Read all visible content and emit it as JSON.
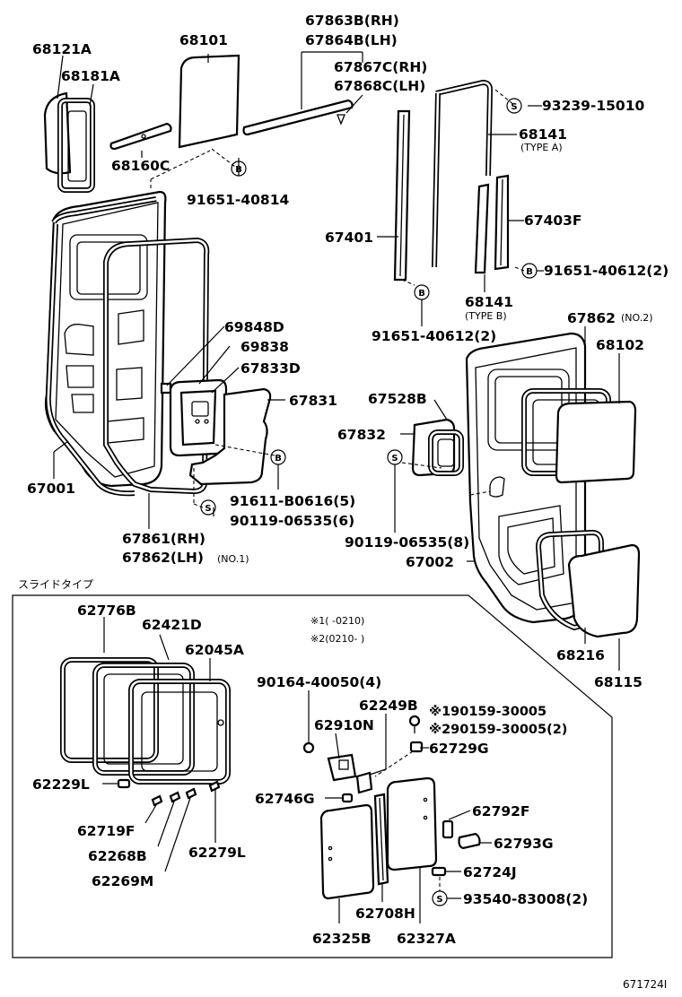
{
  "labels": {
    "p68121A": "68121A",
    "p68181A": "68181A",
    "p68101": "68101",
    "p68160C": "68160C",
    "p91651_40814": "91651-40814",
    "p67863B": "67863B(RH)",
    "p67864B": "67864B(LH)",
    "p67867C": "67867C(RH)",
    "p67868C": "67868C(LH)",
    "p93239_15010": "93239-15010",
    "p68141a": "68141",
    "p68141a_type": "(TYPE A)",
    "p67403F": "67403F",
    "p67401": "67401",
    "p91651_40612a": "91651-40612(2)",
    "p68141b": "68141",
    "p68141b_type": "(TYPE B)",
    "p91651_40612b": "91651-40612(2)",
    "p69848D": "69848D",
    "p69838": "69838",
    "p67833D": "67833D",
    "p67831": "67831",
    "p91611_B0616": "91611-B0616(5)",
    "p90119_06535a": "90119-06535(6)",
    "p67001": "67001",
    "p67861": "67861(RH)",
    "p67862lh": "67862(LH)",
    "p67862lh_no": "(NO.1)",
    "p67862no2": "67862",
    "p67862no2_no": "(NO.2)",
    "p68102": "68102",
    "p67528B": "67528B",
    "p67832": "67832",
    "p90119_06535b": "90119-06535(8)",
    "p67002": "67002",
    "p68216": "68216",
    "p68115": "68115",
    "slide_type": "スライドタイプ",
    "p62776B": "62776B",
    "p62421D": "62421D",
    "p62045A": "62045A",
    "note1": "※1(   -0210)",
    "note2": "※2(0210-   )",
    "p62229L": "62229L",
    "p62719F": "62719F",
    "p62268B": "62268B",
    "p62269M": "62269M",
    "p62279L": "62279L",
    "p90164_40050": "90164-40050(4)",
    "p62249B": "62249B",
    "p62910N": "62910N",
    "p90159a": "※190159-30005",
    "p90159b": "※290159-30005(2)",
    "p62729G": "62729G",
    "p62746G": "62746G",
    "p62792F": "62792F",
    "p62793G": "62793G",
    "p62724J": "62724J",
    "p93540_83008": "93540-83008(2)",
    "p62708H": "62708H",
    "p62325B": "62325B",
    "p62327A": "62327A",
    "code": "671724I"
  },
  "markers": {
    "b": "B",
    "s": "S"
  }
}
